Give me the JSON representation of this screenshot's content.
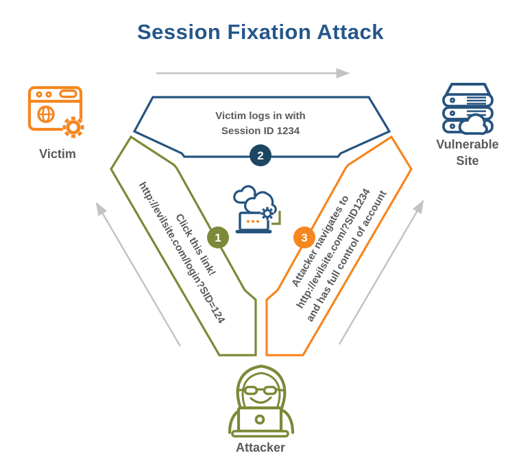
{
  "title": "Session Fixation Attack",
  "entities": {
    "victim": {
      "label": "Victim",
      "icon": "browser-gear-icon"
    },
    "vulnerable_site": {
      "label_line1": "Vulnerable",
      "label_line2": "Site",
      "icon": "server-cloud-icon"
    },
    "attacker": {
      "label": "Attacker",
      "icon": "hooded-hacker-laptop-icon"
    },
    "session": {
      "icon": "cloud-laptop-gear-icon"
    }
  },
  "steps": {
    "step1": {
      "number": "1",
      "color": "#7B8A38",
      "line1": "Click this link!",
      "line2": "http://evilsite.com/login?SID=124"
    },
    "step2": {
      "number": "2",
      "color": "#1D4663",
      "line1": "Victim logs in with",
      "line2": "Session ID 1234"
    },
    "step3": {
      "number": "3",
      "color": "#F6861F",
      "line1": "Attacker navigates to",
      "line2": "http://evilsite.com/?SID1234",
      "line3": "and has full control of account"
    }
  },
  "colors": {
    "navy_line": "#26547F",
    "navy_dark": "#1D4663",
    "orange": "#F6861F",
    "olive": "#7B8A38",
    "text_gray": "#58595B",
    "arrow_gray": "#C2C3C5",
    "title_blue": "#25568A"
  }
}
